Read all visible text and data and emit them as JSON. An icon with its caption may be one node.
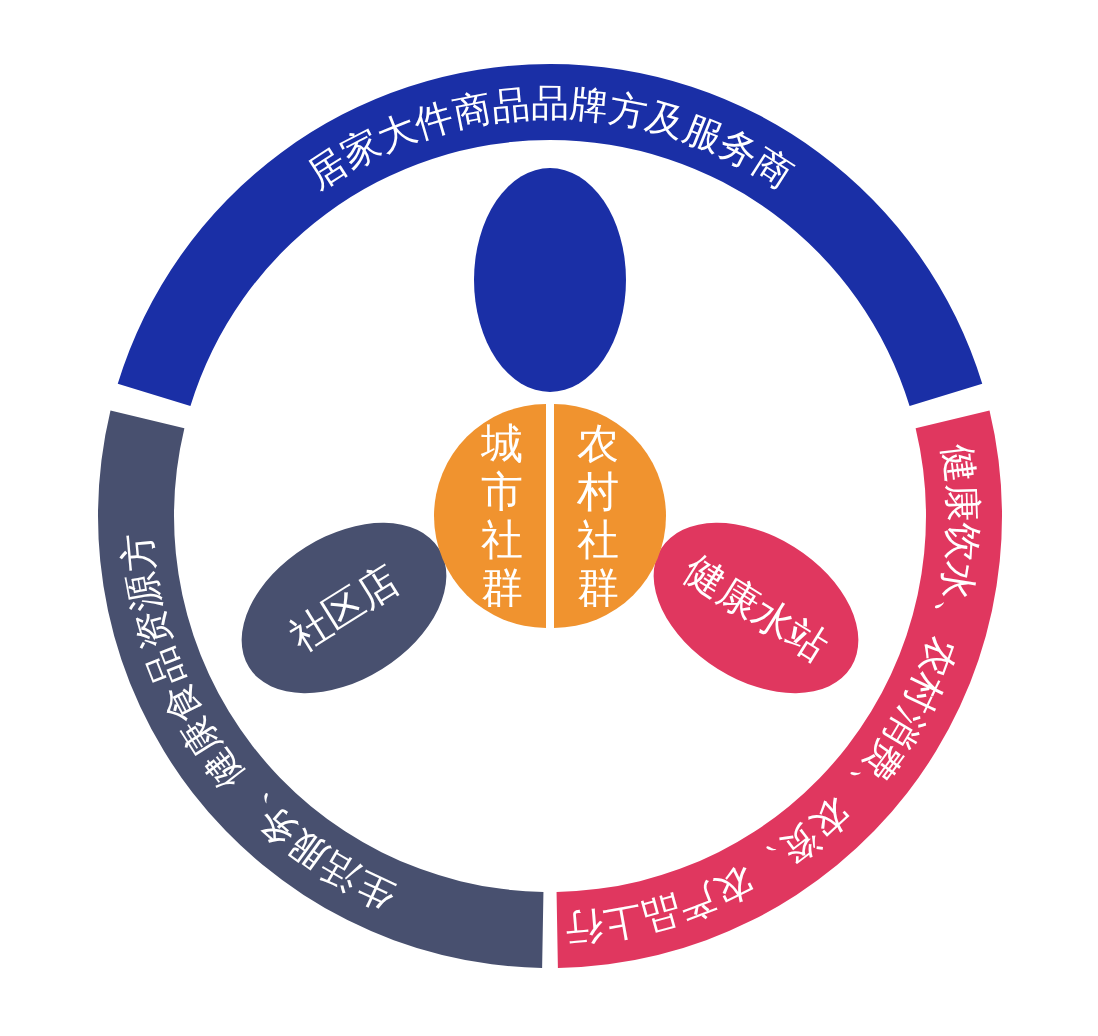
{
  "diagram": {
    "nodes": [
      {
        "text": [
          "居家大件商品品牌方及服务商"
        ]
      },
      {
        "text": [
          "健康饮水、农村消费、农资、农产品上行"
        ]
      },
      {
        "text": [
          "生活服务、健康食品资源方"
        ]
      },
      {
        "text": [],
        "shape": "ellipse"
      },
      {
        "text": [
          "社区店"
        ]
      },
      {
        "text": [
          "健康水站"
        ]
      },
      {
        "text": [
          "城市社群"
        ]
      },
      {
        "text": [
          "农村社群"
        ]
      }
    ]
  }
}
